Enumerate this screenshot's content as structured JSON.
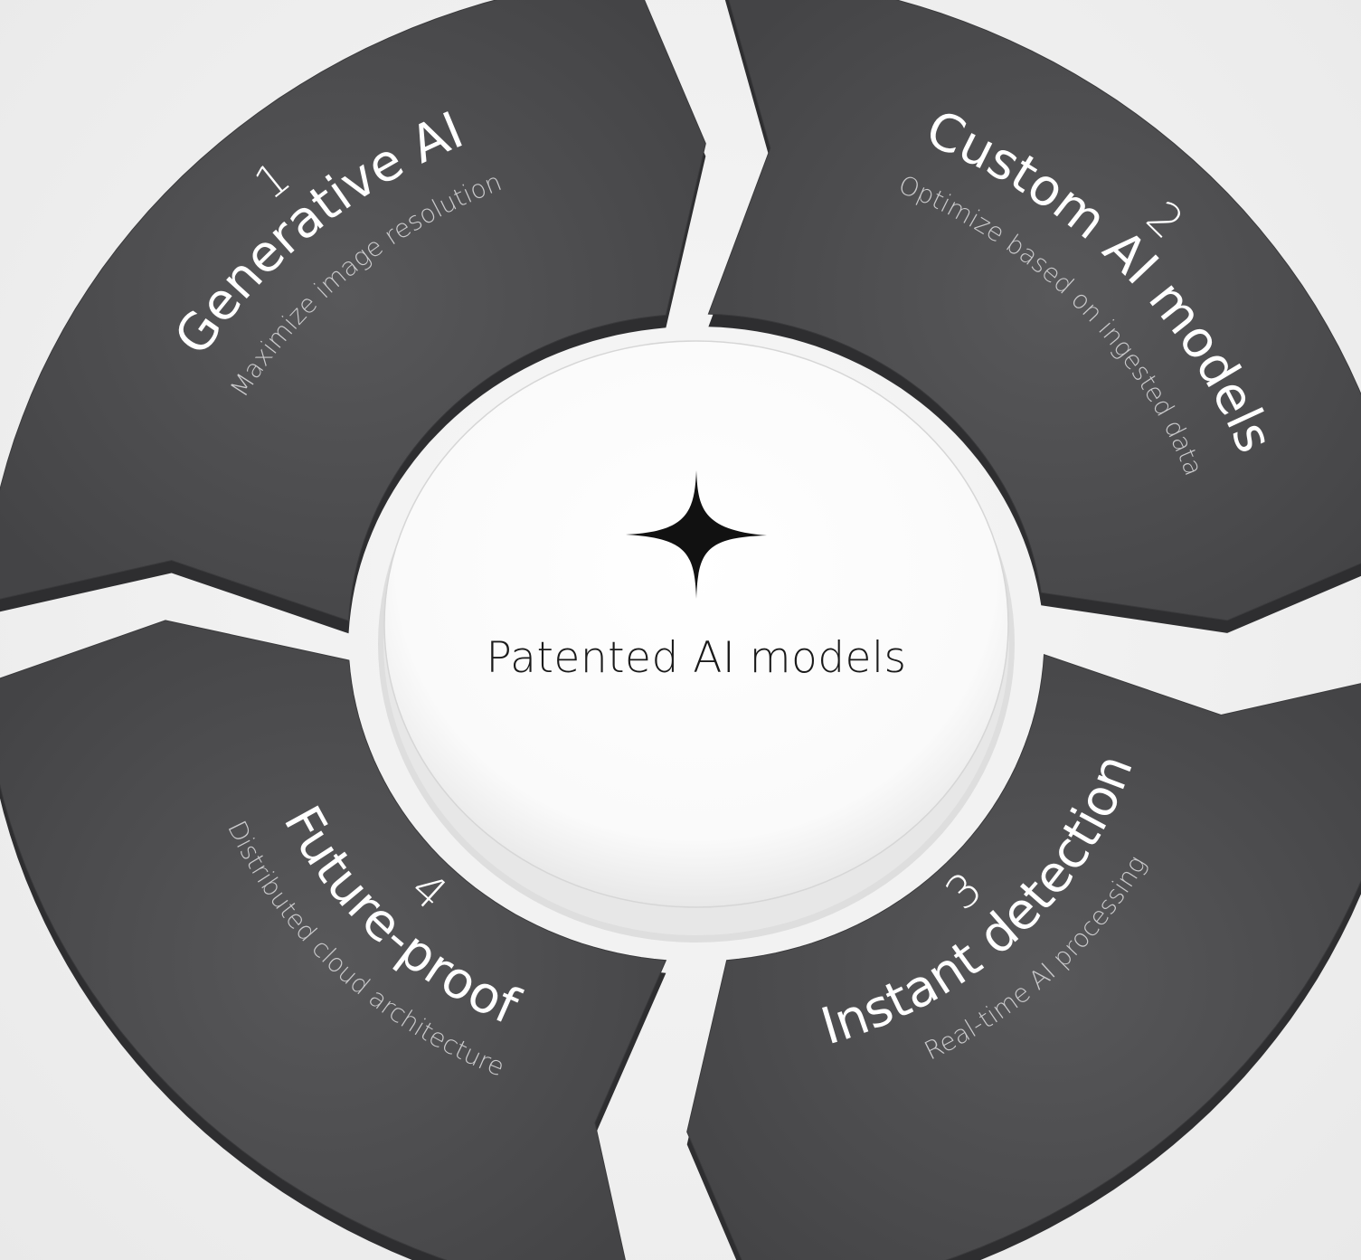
{
  "center": {
    "label": "Patented AI models",
    "logo_icon": "four-point-sparkle-icon"
  },
  "segments": [
    {
      "number": "1",
      "title": "Generative AI",
      "subtitle": "Maximize image resolution"
    },
    {
      "number": "2",
      "title": "Custom AI models",
      "subtitle": "Optimize based on ingested data"
    },
    {
      "number": "3",
      "title": "Instant detection",
      "subtitle": "Real-time AI processing"
    },
    {
      "number": "4",
      "title": "Future-proof",
      "subtitle": "Distributed cloud architecture"
    }
  ],
  "colors": {
    "segment_fill": "#4a4a4c",
    "segment_side": "#2e2e30",
    "text_primary": "#ffffff",
    "text_secondary": "#c9c9cb",
    "hub_fill": "#ffffff",
    "background": "#f1f1f1"
  }
}
